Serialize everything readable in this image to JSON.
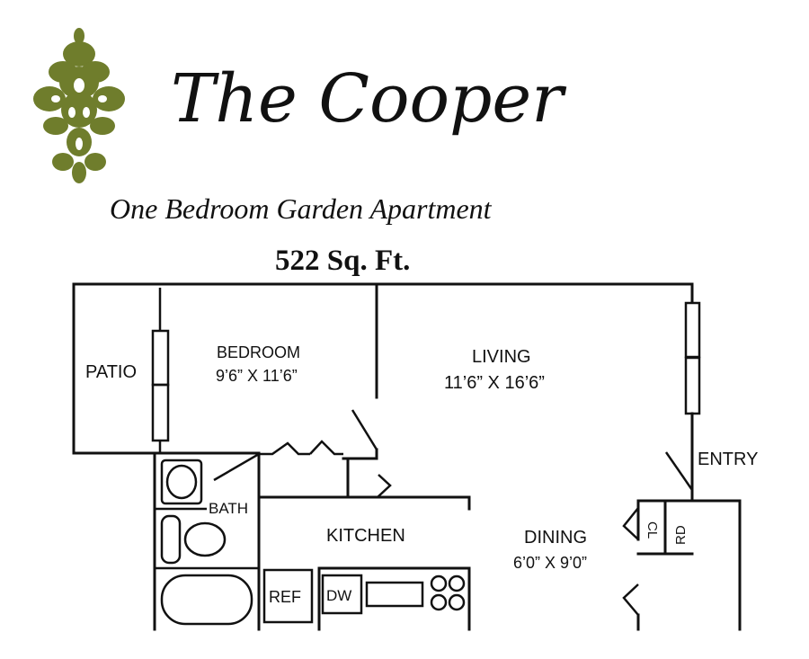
{
  "header": {
    "title": "The Cooper",
    "subtitle": "One Bedroom Garden Apartment",
    "area": "522 Sq. Ft."
  },
  "rooms": {
    "patio": "PATIO",
    "bedroom_name": "BEDROOM",
    "bedroom_dims": "9’6” X 11’6”",
    "living_name": "LIVING",
    "living_dims": "11’6” X 16’6”",
    "entry": "ENTRY",
    "bath": "BATH",
    "kitchen": "KITCHEN",
    "dining_name": "DINING",
    "dining_dims": "6’0” X 9’0”",
    "closet": "CL",
    "rd": "RD",
    "ref": "REF",
    "dw": "DW"
  },
  "colors": {
    "logo": "#6f7d2c",
    "line": "#111111"
  },
  "icons": {
    "logo": "damask-ornament-icon"
  }
}
